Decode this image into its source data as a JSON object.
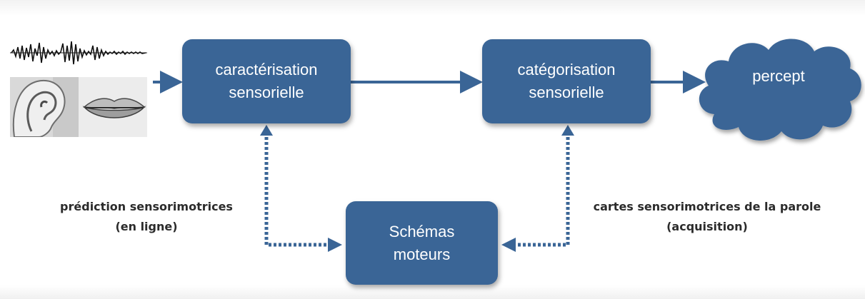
{
  "diagram": {
    "nodes": {
      "caracterisation": {
        "line1": "caractérisation",
        "line2": "sensorielle"
      },
      "categorisation": {
        "line1": "catégorisation",
        "line2": "sensorielle"
      },
      "percept": {
        "label": "percept"
      },
      "schemas": {
        "line1": "Schémas",
        "line2": "moteurs"
      }
    },
    "labels": {
      "left": {
        "line1": "prédiction sensorimotrices",
        "line2": "(en ligne)"
      },
      "right": {
        "line1": "cartes sensorimotrices de la parole",
        "line2": "(acquisition)"
      }
    },
    "edges": [
      {
        "from": "input",
        "to": "caracterisation",
        "style": "solid"
      },
      {
        "from": "caracterisation",
        "to": "categorisation",
        "style": "solid"
      },
      {
        "from": "categorisation",
        "to": "percept",
        "style": "solid"
      },
      {
        "from": "caracterisation",
        "to": "schemas",
        "style": "dotted",
        "bidirectional": true
      },
      {
        "from": "categorisation",
        "to": "schemas",
        "style": "dotted",
        "bidirectional": true
      }
    ],
    "illustration": [
      "waveform-icon",
      "ear-icon",
      "lips-icon"
    ]
  },
  "colors": {
    "box": "#3a6596",
    "arrow": "#3a6596",
    "label_text": "#2b2b2b"
  }
}
